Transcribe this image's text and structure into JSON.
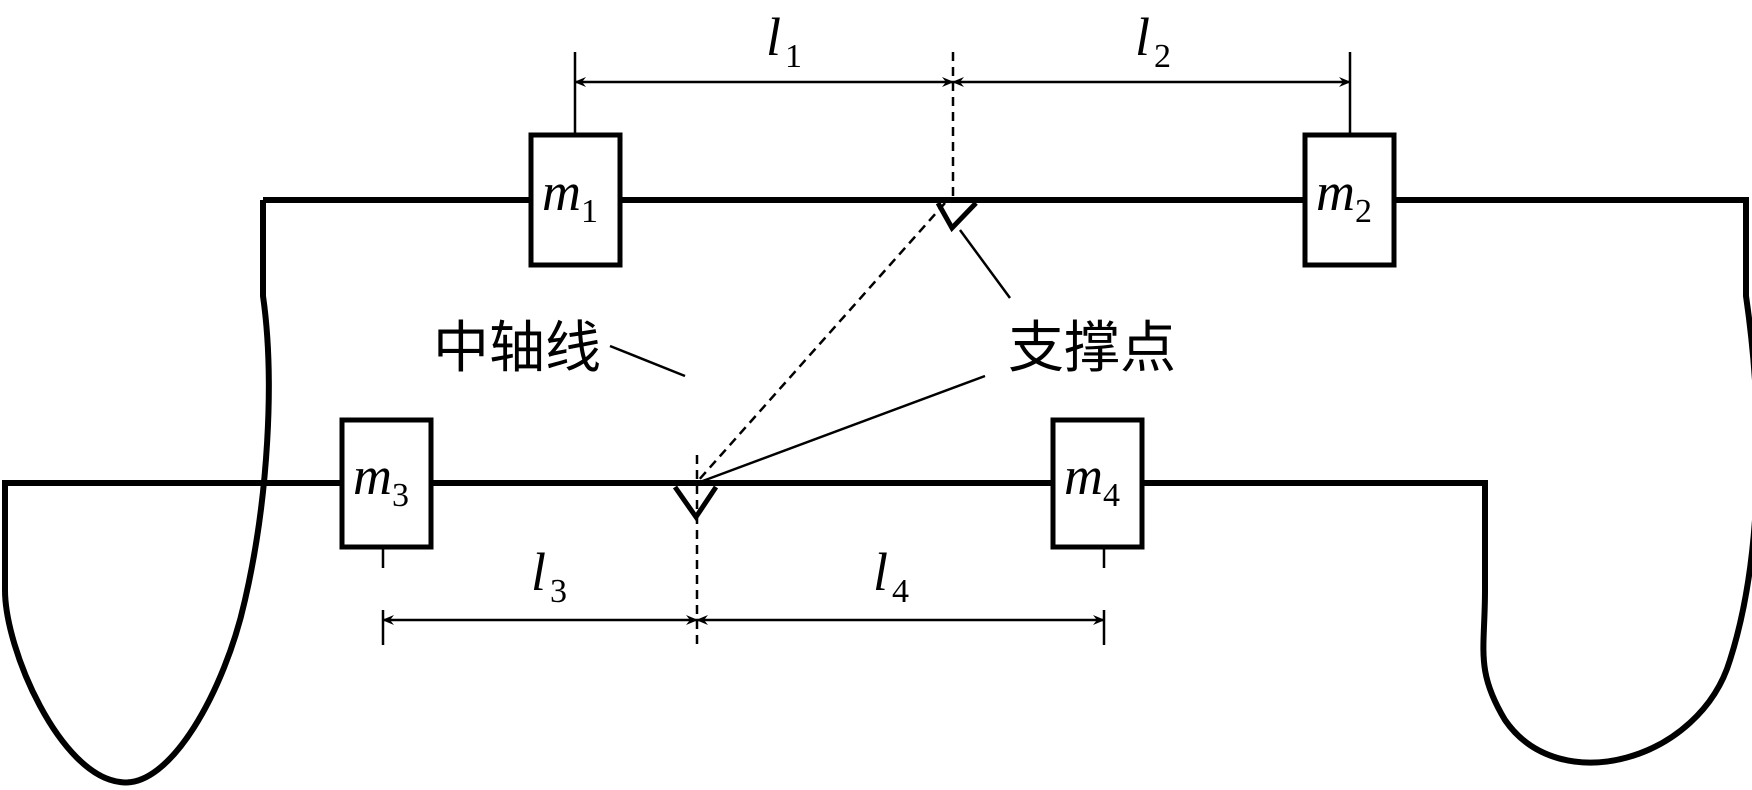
{
  "masses": [
    {
      "symbol": "m",
      "sub": "1"
    },
    {
      "symbol": "m",
      "sub": "2"
    },
    {
      "symbol": "m",
      "sub": "3"
    },
    {
      "symbol": "m",
      "sub": "4"
    }
  ],
  "lengths": [
    {
      "symbol": "l",
      "sub": "1"
    },
    {
      "symbol": "l",
      "sub": "2"
    },
    {
      "symbol": "l",
      "sub": "3"
    },
    {
      "symbol": "l",
      "sub": "4"
    }
  ],
  "labels": {
    "axis": "中轴线",
    "pivot": "支撑点"
  }
}
